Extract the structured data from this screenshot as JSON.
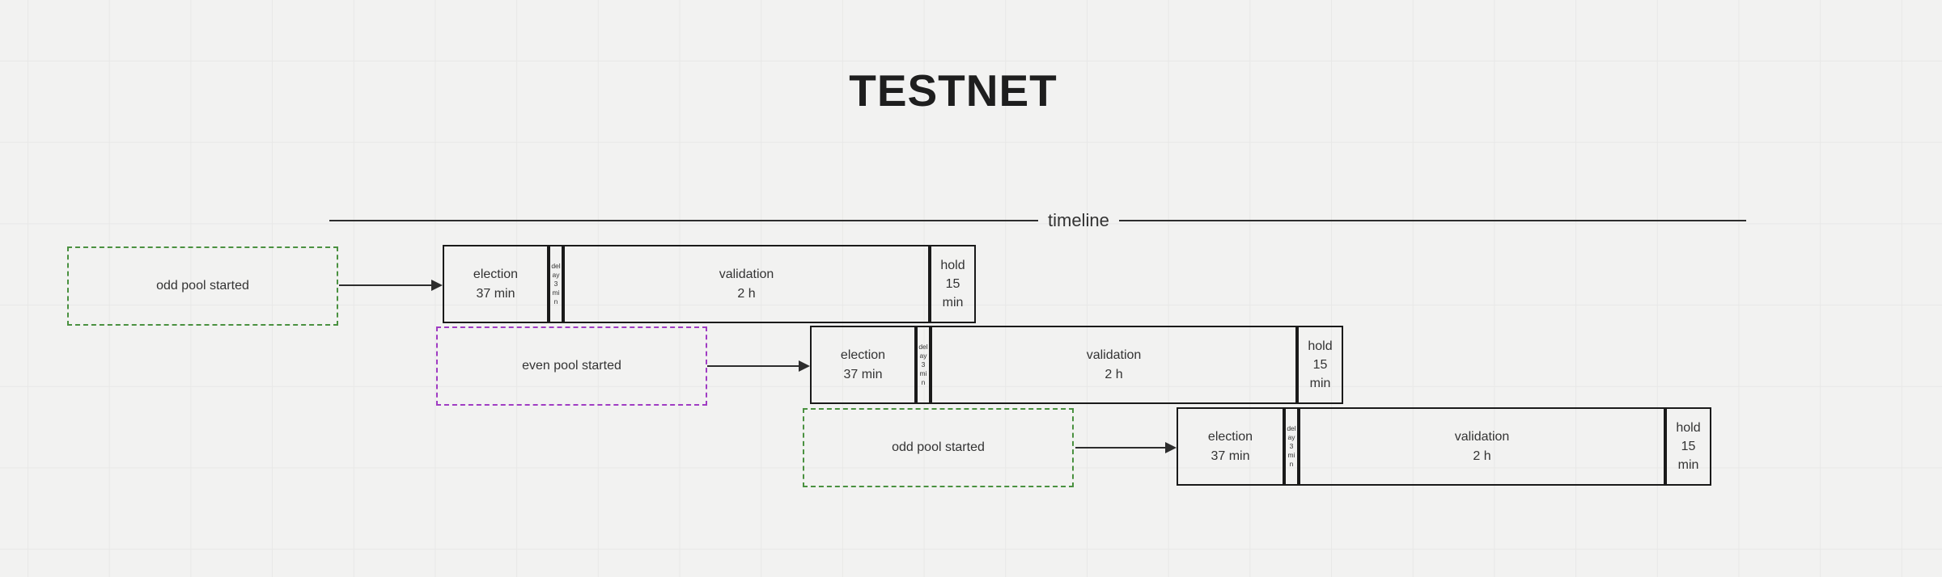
{
  "title": "TESTNET",
  "timeline": {
    "label": "timeline"
  },
  "colors": {
    "background": "#f2f2f1",
    "grid_line": "#e8e8e7",
    "odd_pool_border": "#4a9140",
    "even_pool_border": "#a03cc3",
    "stage_border": "#1a1a1a",
    "arrow": "#2d2d2d",
    "text": "#333333",
    "title_text": "#1e1e1e"
  },
  "rows": [
    {
      "pool": {
        "label": "odd pool started",
        "parity": "odd"
      },
      "stages": {
        "election": {
          "name": "election",
          "duration": "37 min"
        },
        "delay": {
          "label": "delay 3 min"
        },
        "validation": {
          "name": "validation",
          "duration": "2 h"
        },
        "hold": {
          "name": "hold",
          "duration": "15 min"
        }
      }
    },
    {
      "pool": {
        "label": "even pool started",
        "parity": "even"
      },
      "stages": {
        "election": {
          "name": "election",
          "duration": "37 min"
        },
        "delay": {
          "label": "delay 3 min"
        },
        "validation": {
          "name": "validation",
          "duration": "2 h"
        },
        "hold": {
          "name": "hold",
          "duration": "15 min"
        }
      }
    },
    {
      "pool": {
        "label": "odd pool started",
        "parity": "odd"
      },
      "stages": {
        "election": {
          "name": "election",
          "duration": "37 min"
        },
        "delay": {
          "label": "delay 3 min"
        },
        "validation": {
          "name": "validation",
          "duration": "2 h"
        },
        "hold": {
          "name": "hold",
          "duration": "15 min"
        }
      }
    }
  ]
}
